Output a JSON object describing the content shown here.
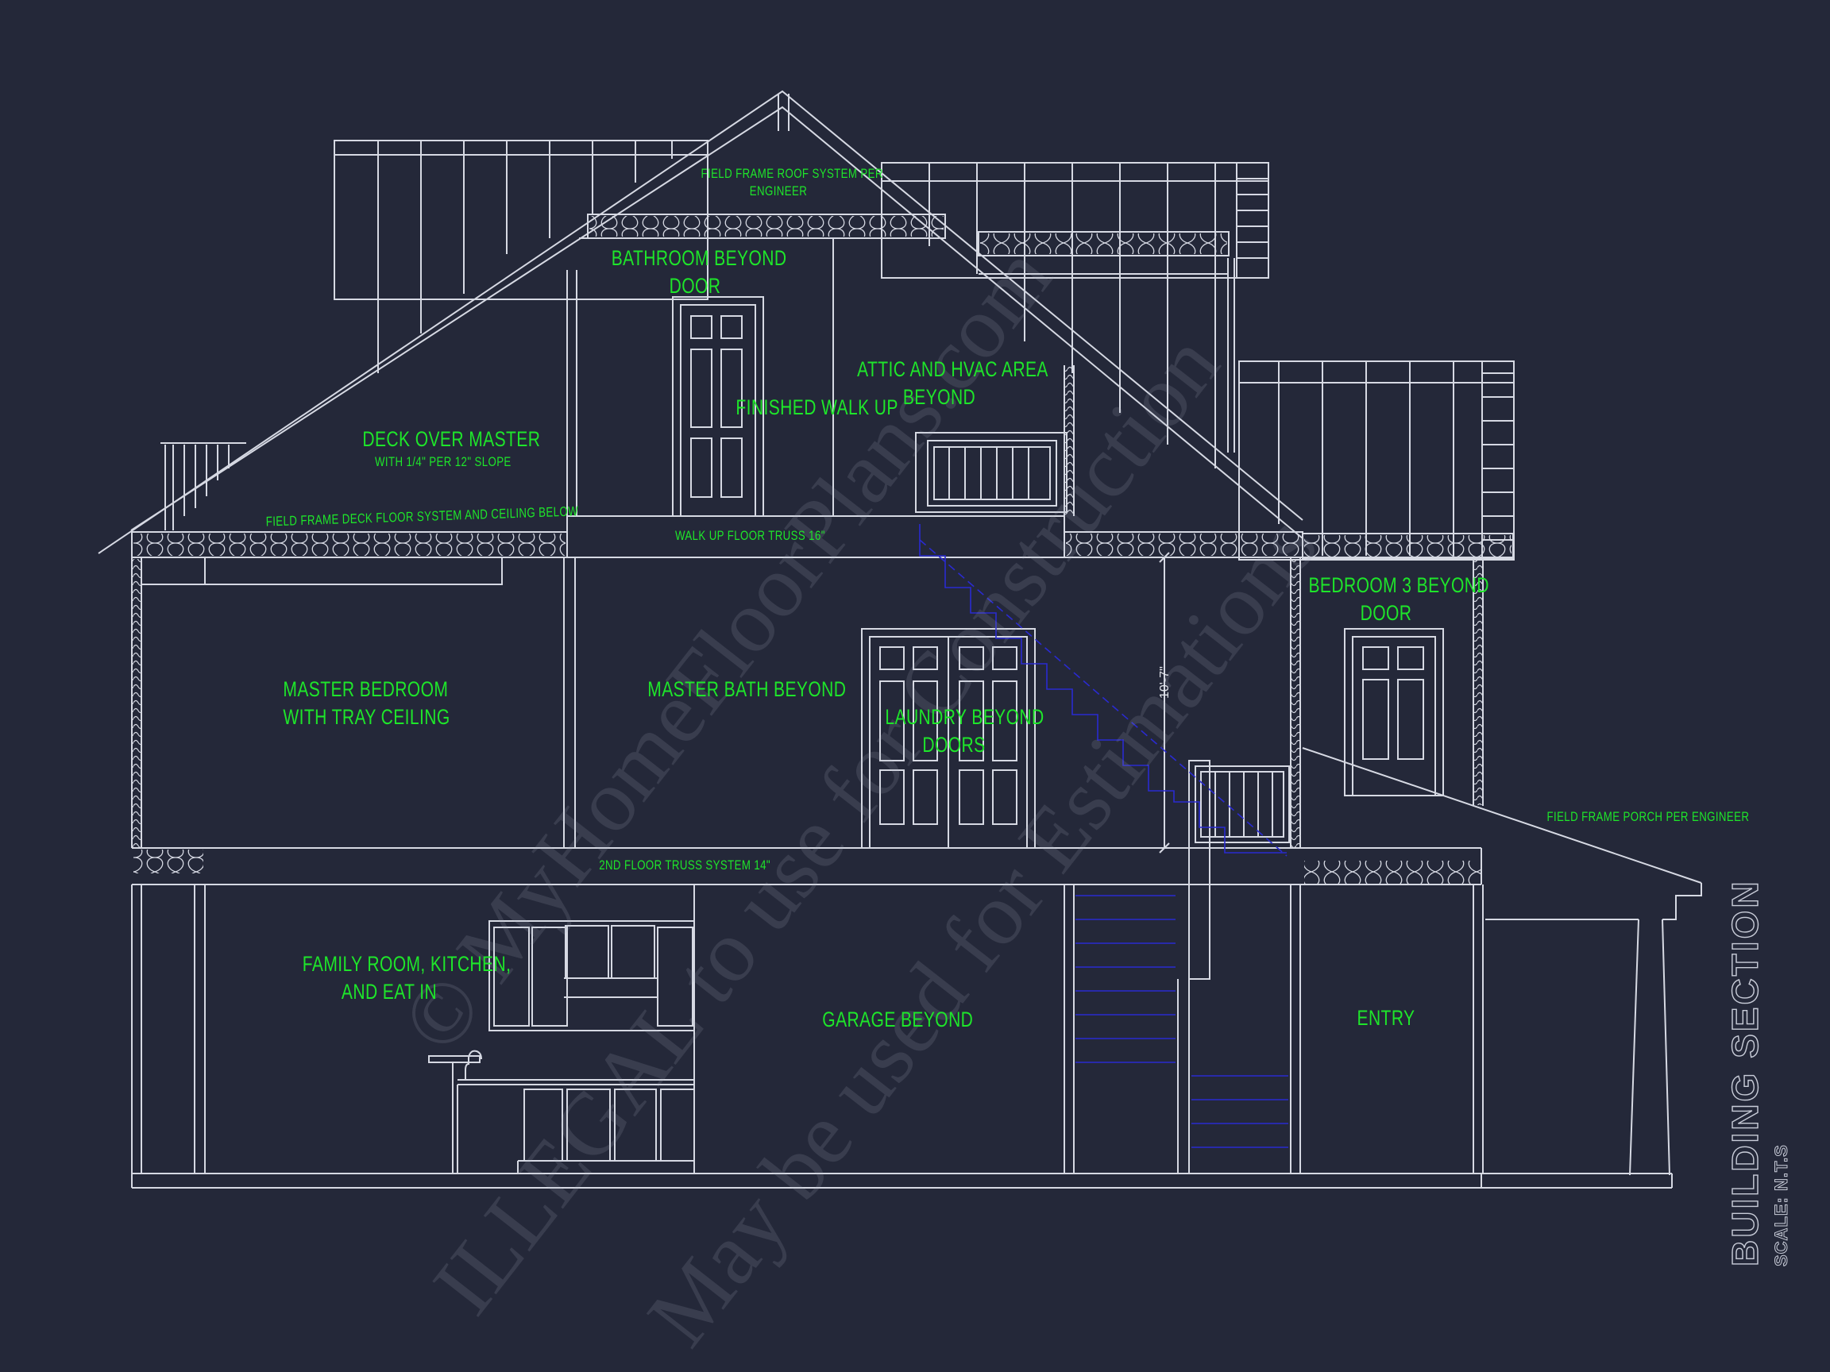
{
  "drawing": {
    "title": "BUILDING SECTION",
    "scale": "SCALE: N.T.S",
    "background_color": "#242839",
    "line_color": "#d6d9e3",
    "label_color": "#1ee62a",
    "stair_color": "#2a2ad0"
  },
  "labels": {
    "roof_system": [
      "FIELD FRAME ROOF SYSTEM PER",
      "ENGINEER"
    ],
    "bathroom": [
      "BATHROOM BEYOND",
      "DOOR"
    ],
    "attic": [
      "ATTIC AND HVAC AREA",
      "BEYOND"
    ],
    "finished_walk_up": "FINISHED WALK UP",
    "deck_over_master": "DECK OVER MASTER",
    "deck_slope": "WITH 1/4\" PER 12\" SLOPE",
    "deck_floor": "FIELD FRAME DECK FLOOR SYSTEM AND CEILING BELOW",
    "walk_up_truss": "WALK UP FLOOR TRUSS 16\"",
    "bedroom3": [
      "BEDROOM 3 BEYOND",
      "DOOR"
    ],
    "master_bedroom": [
      "MASTER BEDROOM",
      "WITH TRAY CEILING"
    ],
    "master_bath": "MASTER BATH BEYOND",
    "laundry": [
      "LAUNDRY BEYOND",
      "DOORS"
    ],
    "porch": "FIELD FRAME PORCH PER ENGINEER",
    "second_floor_truss": "2ND FLOOR TRUSS SYSTEM 14\"",
    "family_room": [
      "FAMILY ROOM, KITCHEN,",
      "AND EAT IN"
    ],
    "garage": "GARAGE BEYOND",
    "entry": "ENTRY"
  },
  "dimensions": {
    "stair_height": "10'-7\""
  },
  "watermark": {
    "line1": "© MyHomeFloorPlans.com",
    "line2": "ILLEGAL to use for Construction",
    "line3": "May be used for Estimations"
  }
}
